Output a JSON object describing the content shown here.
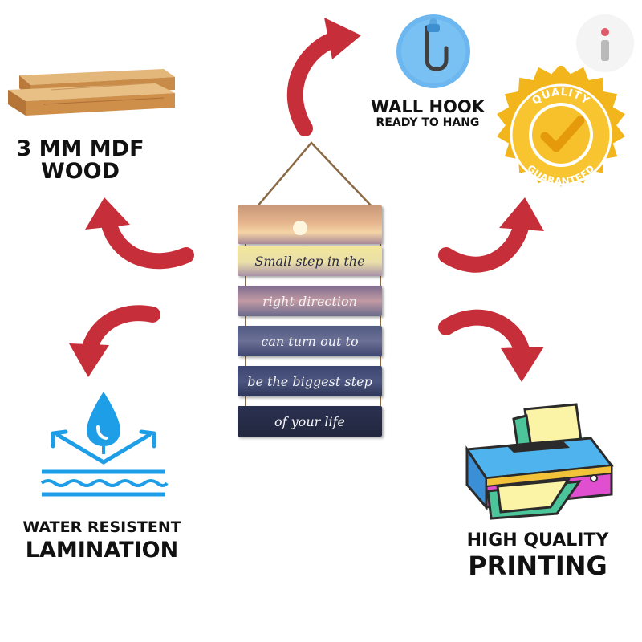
{
  "features": {
    "wood": {
      "line1": "3 MM MDF",
      "line2": "WOOD"
    },
    "hook": {
      "title": "WALL HOOK",
      "subtitle": "READY TO HANG"
    },
    "quality_badge": {
      "top_text": "QUALITY",
      "bottom_text": "GUARANTEED"
    },
    "water": {
      "line1": "WATER RESISTENT",
      "line2": "LAMINATION"
    },
    "printing": {
      "line1": "HIGH QUALITY",
      "line2": "PRINTING"
    }
  },
  "product": {
    "planks": [
      "Small step in the",
      "right direction",
      "can turn out to",
      "be the biggest step",
      "of your life"
    ]
  },
  "brand": {
    "logo_letter": "i"
  },
  "colors": {
    "arrow": "#c62f3a",
    "badge_gold": "#f2b51c",
    "water_blue": "#1f9ee8",
    "hook_blue": "#6cb7ef"
  },
  "icons": [
    "wood-planks-icon",
    "wall-hook-icon",
    "quality-badge-icon",
    "water-drop-icon",
    "printer-icon",
    "brand-logo-icon"
  ]
}
